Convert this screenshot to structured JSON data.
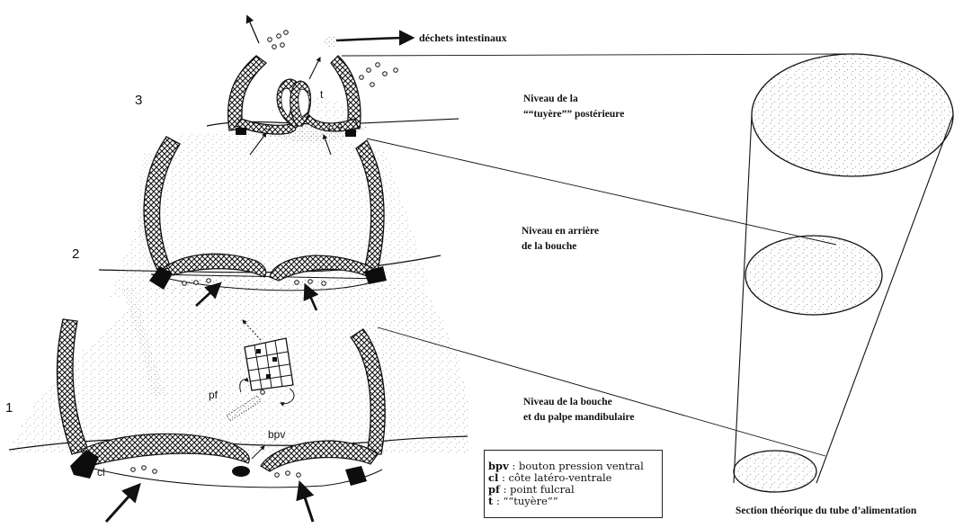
{
  "labels": {
    "waste": "déchets intestinaux",
    "level3": {
      "num": "3",
      "line1": "Niveau de la",
      "line2": "““tuyère”” postérieure"
    },
    "level2": {
      "num": "2",
      "line1": "Niveau en arrière",
      "line2": "de la bouche"
    },
    "level1": {
      "num": "1",
      "line1": "Niveau de la bouche",
      "line2": "et du palpe mandibulaire"
    },
    "t": "t",
    "pf": "pf",
    "bpv": "bpv",
    "cl": "cl",
    "caption": "Section théorique du tube d’alimentation"
  },
  "legend": [
    {
      "abbr": "bpv",
      "text": " : bouton pression ventral"
    },
    {
      "abbr": "cl",
      "text": " : côte latéro-ventrale"
    },
    {
      "abbr": "pf",
      "text": " : point fulcral"
    },
    {
      "abbr": "t",
      "text": " : ““tuyère””"
    }
  ],
  "colors": {
    "ink": "#111111",
    "stipple": "#888888",
    "fill_dark": "#0d0d0d"
  }
}
